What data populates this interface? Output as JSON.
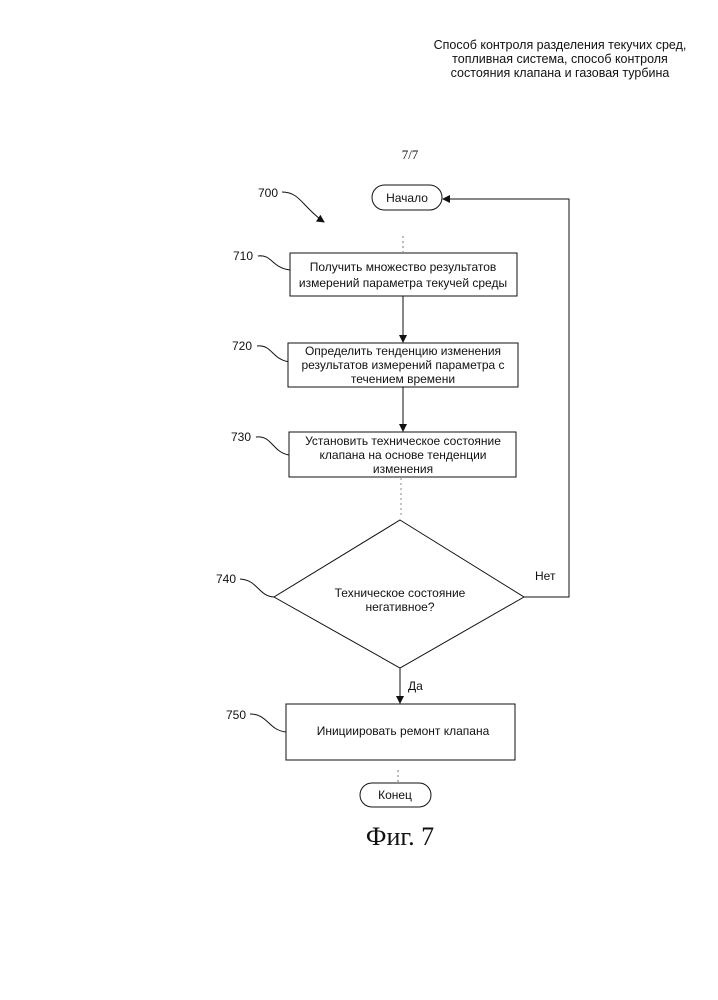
{
  "header": {
    "title_lines": [
      "Способ контроля разделения текучих сред,",
      "топливная система, способ контроля",
      "состояния клапана и газовая турбина"
    ]
  },
  "page_number": "7/7",
  "figure_ref": "700",
  "nodes": {
    "start": {
      "label": "Начало"
    },
    "step710": {
      "ref": "710",
      "lines": [
        "Получить множество результатов",
        "измерений параметра текучей среды"
      ]
    },
    "step720": {
      "ref": "720",
      "lines": [
        "Определить тенденцию изменения",
        "результатов измерений параметра с",
        "течением времени"
      ]
    },
    "step730": {
      "ref": "730",
      "lines": [
        "Установить техническое состояние",
        "клапана на основе тенденции",
        "изменения"
      ]
    },
    "decision740": {
      "ref": "740",
      "lines": [
        "Техническое состояние",
        "негативное?"
      ]
    },
    "step750": {
      "ref": "750",
      "lines": [
        "Инициировать ремонт клапана"
      ]
    },
    "end": {
      "label": "Конец"
    }
  },
  "edges": {
    "yes_label": "Да",
    "no_label": "Нет"
  },
  "caption": "Фиг. 7"
}
